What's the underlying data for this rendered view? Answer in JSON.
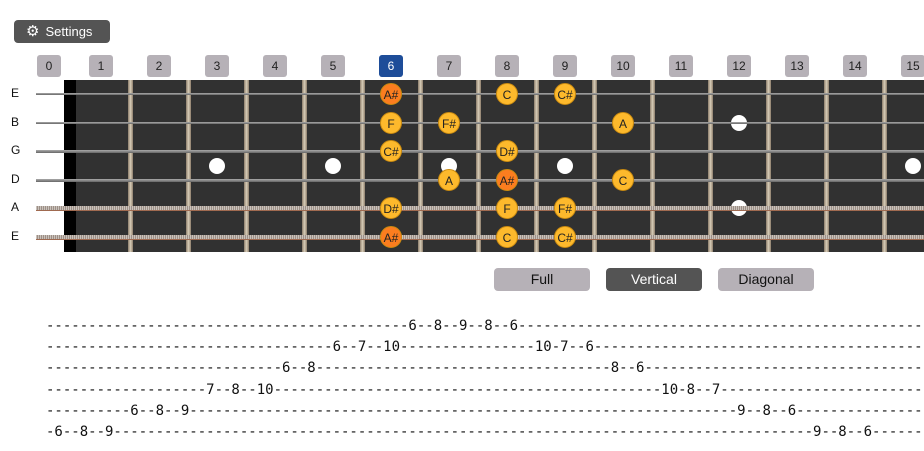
{
  "settings_label": "Settings",
  "fret_labels": [
    "0",
    "1",
    "2",
    "3",
    "4",
    "5",
    "6",
    "7",
    "8",
    "9",
    "10",
    "11",
    "12",
    "13",
    "14",
    "15"
  ],
  "selected_fret": 6,
  "strings": [
    "E",
    "B",
    "G",
    "D",
    "A",
    "E"
  ],
  "inlays": [
    3,
    5,
    7,
    9,
    15
  ],
  "double_inlays": [
    12
  ],
  "colors": {
    "note": "#fdb92c",
    "root": "#fb7d1f",
    "selected_fret": "#1e4d99"
  },
  "notes": [
    {
      "string": 0,
      "fret": 6,
      "name": "A#",
      "root": true
    },
    {
      "string": 0,
      "fret": 8,
      "name": "C",
      "root": false
    },
    {
      "string": 0,
      "fret": 9,
      "name": "C#",
      "root": false
    },
    {
      "string": 1,
      "fret": 6,
      "name": "F",
      "root": false
    },
    {
      "string": 1,
      "fret": 7,
      "name": "F#",
      "root": false
    },
    {
      "string": 1,
      "fret": 10,
      "name": "A",
      "root": false
    },
    {
      "string": 2,
      "fret": 6,
      "name": "C#",
      "root": false
    },
    {
      "string": 2,
      "fret": 8,
      "name": "D#",
      "root": false
    },
    {
      "string": 3,
      "fret": 7,
      "name": "A",
      "root": false
    },
    {
      "string": 3,
      "fret": 8,
      "name": "A#",
      "root": true
    },
    {
      "string": 3,
      "fret": 10,
      "name": "C",
      "root": false
    },
    {
      "string": 4,
      "fret": 6,
      "name": "D#",
      "root": false
    },
    {
      "string": 4,
      "fret": 8,
      "name": "F",
      "root": false
    },
    {
      "string": 4,
      "fret": 9,
      "name": "F#",
      "root": false
    },
    {
      "string": 5,
      "fret": 6,
      "name": "A#",
      "root": true
    },
    {
      "string": 5,
      "fret": 8,
      "name": "C",
      "root": false
    },
    {
      "string": 5,
      "fret": 9,
      "name": "C#",
      "root": false
    }
  ],
  "modes": [
    "Full",
    "Vertical",
    "Diagonal"
  ],
  "active_mode": "Vertical",
  "tab": [
    "-------------------------------------------6--8--9--8--6--------------------------------------------------",
    "----------------------------------6--7--10----------------10-7--6----------------------------------------",
    "----------------------------6--8-----------------------------------8--6----------------------------------",
    "-------------------7--8--10----------------------------------------------10-8--7-------------------------",
    "----------6--8--9-----------------------------------------------------------------9--8--6----------------",
    "-6--8--9-----------------------------------------------------------------------------------9--8--6-------"
  ]
}
